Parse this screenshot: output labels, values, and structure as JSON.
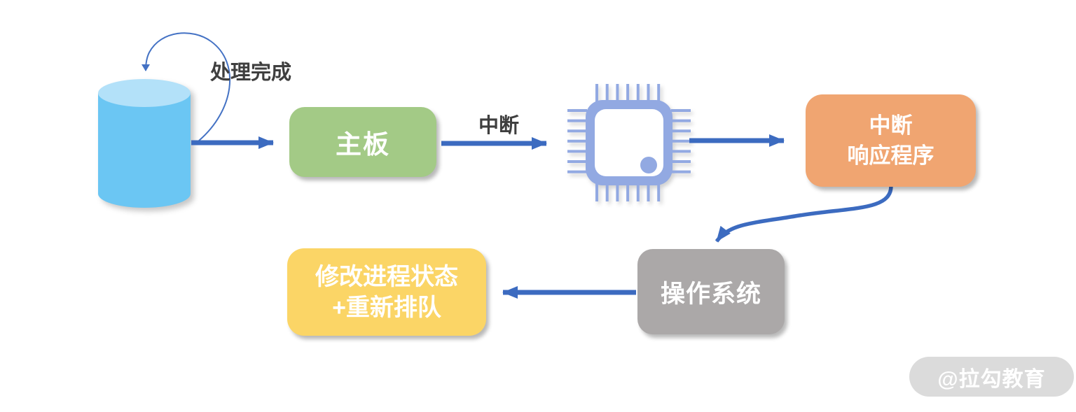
{
  "diagram": {
    "description": "Interrupt handling flow diagram",
    "background": "#FFFFFF",
    "arrow_color": "#3C6BC0",
    "label_color": "#3F3F3F",
    "nodes": {
      "disk": {
        "type": "cylinder-icon",
        "body_color": "#6BC6F3",
        "top_color": "#B3E1F9"
      },
      "motherboard": {
        "label": "主板",
        "color": "#A3CA86",
        "text_color": "#FFFFFF"
      },
      "cpu": {
        "type": "chip-icon",
        "color": "#92A9E2"
      },
      "interrupt_handler": {
        "lines": [
          "中断",
          "响应程序"
        ],
        "color": "#F0A571",
        "text_color": "#FFFFFF"
      },
      "os": {
        "label": "操作系统",
        "color": "#ABA8A8",
        "text_color": "#FFFFFF"
      },
      "requeue": {
        "lines": [
          "修改进程状态",
          "+重新排队"
        ],
        "color": "#FBD566",
        "text_color": "#FFFFFF"
      }
    },
    "edges": {
      "self_loop_label": "处理完成",
      "interrupt_label": "中断",
      "flow": [
        "disk → motherboard",
        "motherboard → cpu",
        "cpu → interrupt_handler",
        "interrupt_handler → os",
        "os → requeue",
        "disk self-loop: 处理完成"
      ]
    },
    "watermark": {
      "text": "@拉勾教育",
      "bg": "#DBDBDB",
      "text_color": "#FFFFFF"
    }
  }
}
